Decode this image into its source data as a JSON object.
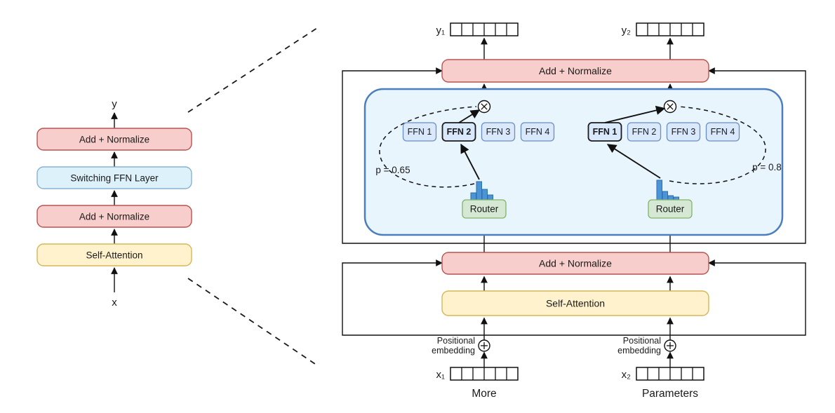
{
  "colors": {
    "add_norm_fill": "#F8CECC",
    "add_norm_stroke": "#B85450",
    "attention_fill": "#FFF2CC",
    "attention_stroke": "#D6B656",
    "switch_fill": "#DDF1FB",
    "switch_stroke": "#88B3CE",
    "container_fill": "#E9F5FC",
    "container_stroke": "#4A7EBE",
    "ffn_fill": "#DAE8FC",
    "ffn_stroke": "#6C8EBF",
    "router_fill": "#D5E8D4",
    "router_stroke": "#82B366",
    "bar_fill": "#4D94D6",
    "bar_stroke": "#2C6FAD",
    "line": "#111111"
  },
  "left_stack": {
    "output_label": "y",
    "input_label": "x",
    "add_normalize_top": "Add + Normalize",
    "switching_ffn": "Switching FFN Layer",
    "add_normalize_bottom": "Add + Normalize",
    "self_attention": "Self-Attention"
  },
  "detail": {
    "add_normalize_top": "Add + Normalize",
    "add_normalize_bottom": "Add + Normalize",
    "self_attention": "Self-Attention",
    "output1_label": "y₁",
    "output2_label": "y₂",
    "input1_label": "x₁",
    "input2_label": "x₂",
    "token1": "More",
    "token2": "Parameters",
    "token_cells": 6,
    "pos_embed_line1": "Positional",
    "pos_embed_line2": "embedding",
    "expert_left": {
      "ffn_labels": [
        "FFN 1",
        "FFN 2",
        "FFN 3",
        "FFN 4"
      ],
      "selected": "FFN 2",
      "router": "Router",
      "probability": "p = 0.65",
      "histogram": [
        10,
        26,
        15,
        7
      ]
    },
    "expert_right": {
      "ffn_labels": [
        "FFN 1",
        "FFN 2",
        "FFN 3",
        "FFN 4"
      ],
      "selected": "FFN 1",
      "router": "Router",
      "probability": "p = 0.8",
      "histogram": [
        28,
        12,
        6,
        4
      ]
    }
  }
}
